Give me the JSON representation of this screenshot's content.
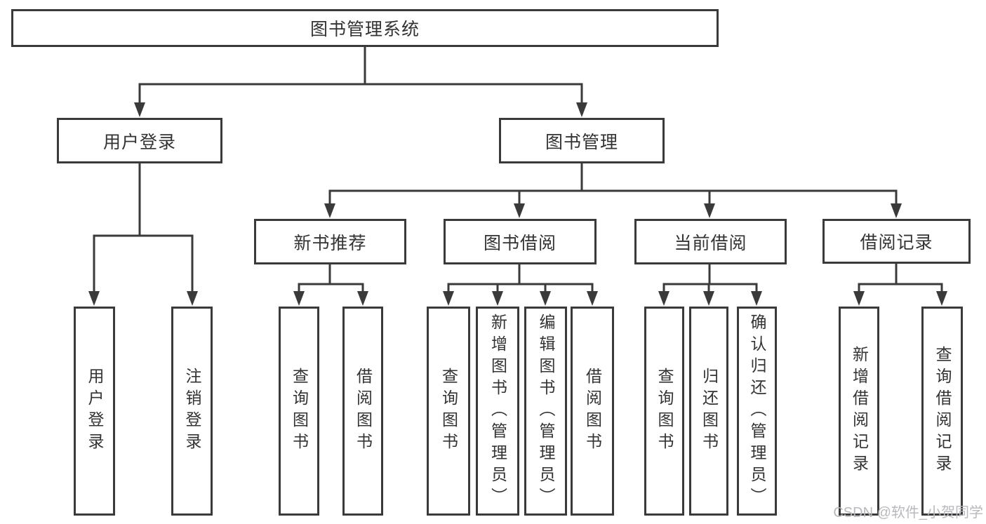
{
  "diagram_title": "图书管理系统",
  "nodes": {
    "root": "图书管理系统",
    "level2": [
      {
        "label": "用户登录"
      },
      {
        "label": "图书管理"
      }
    ],
    "level3": [
      {
        "label": "新书推荐"
      },
      {
        "label": "图书借阅"
      },
      {
        "label": "当前借阅"
      },
      {
        "label": "借阅记录"
      }
    ],
    "leaves": {
      "user_login": [
        "用户登录",
        "注销登录"
      ],
      "new_book_rec": [
        "查询图书",
        "借阅图书"
      ],
      "book_borrow": [
        "查询图书",
        "新增图书（管理员）",
        "编辑图书（管理员）",
        "借阅图书"
      ],
      "current_borrow": [
        "查询图书",
        "归还图书",
        "确认归还（管理员）"
      ],
      "borrow_record": [
        "新增借阅记录",
        "查询借阅记录"
      ]
    }
  },
  "watermark": {
    "text": "CSDN @软件_小贺同学",
    "color": "#b9b9bd"
  },
  "colors": {
    "line": "#3a3a3a",
    "box_border": "#3a3a3a",
    "text": "#333333",
    "background": "#ffffff"
  }
}
